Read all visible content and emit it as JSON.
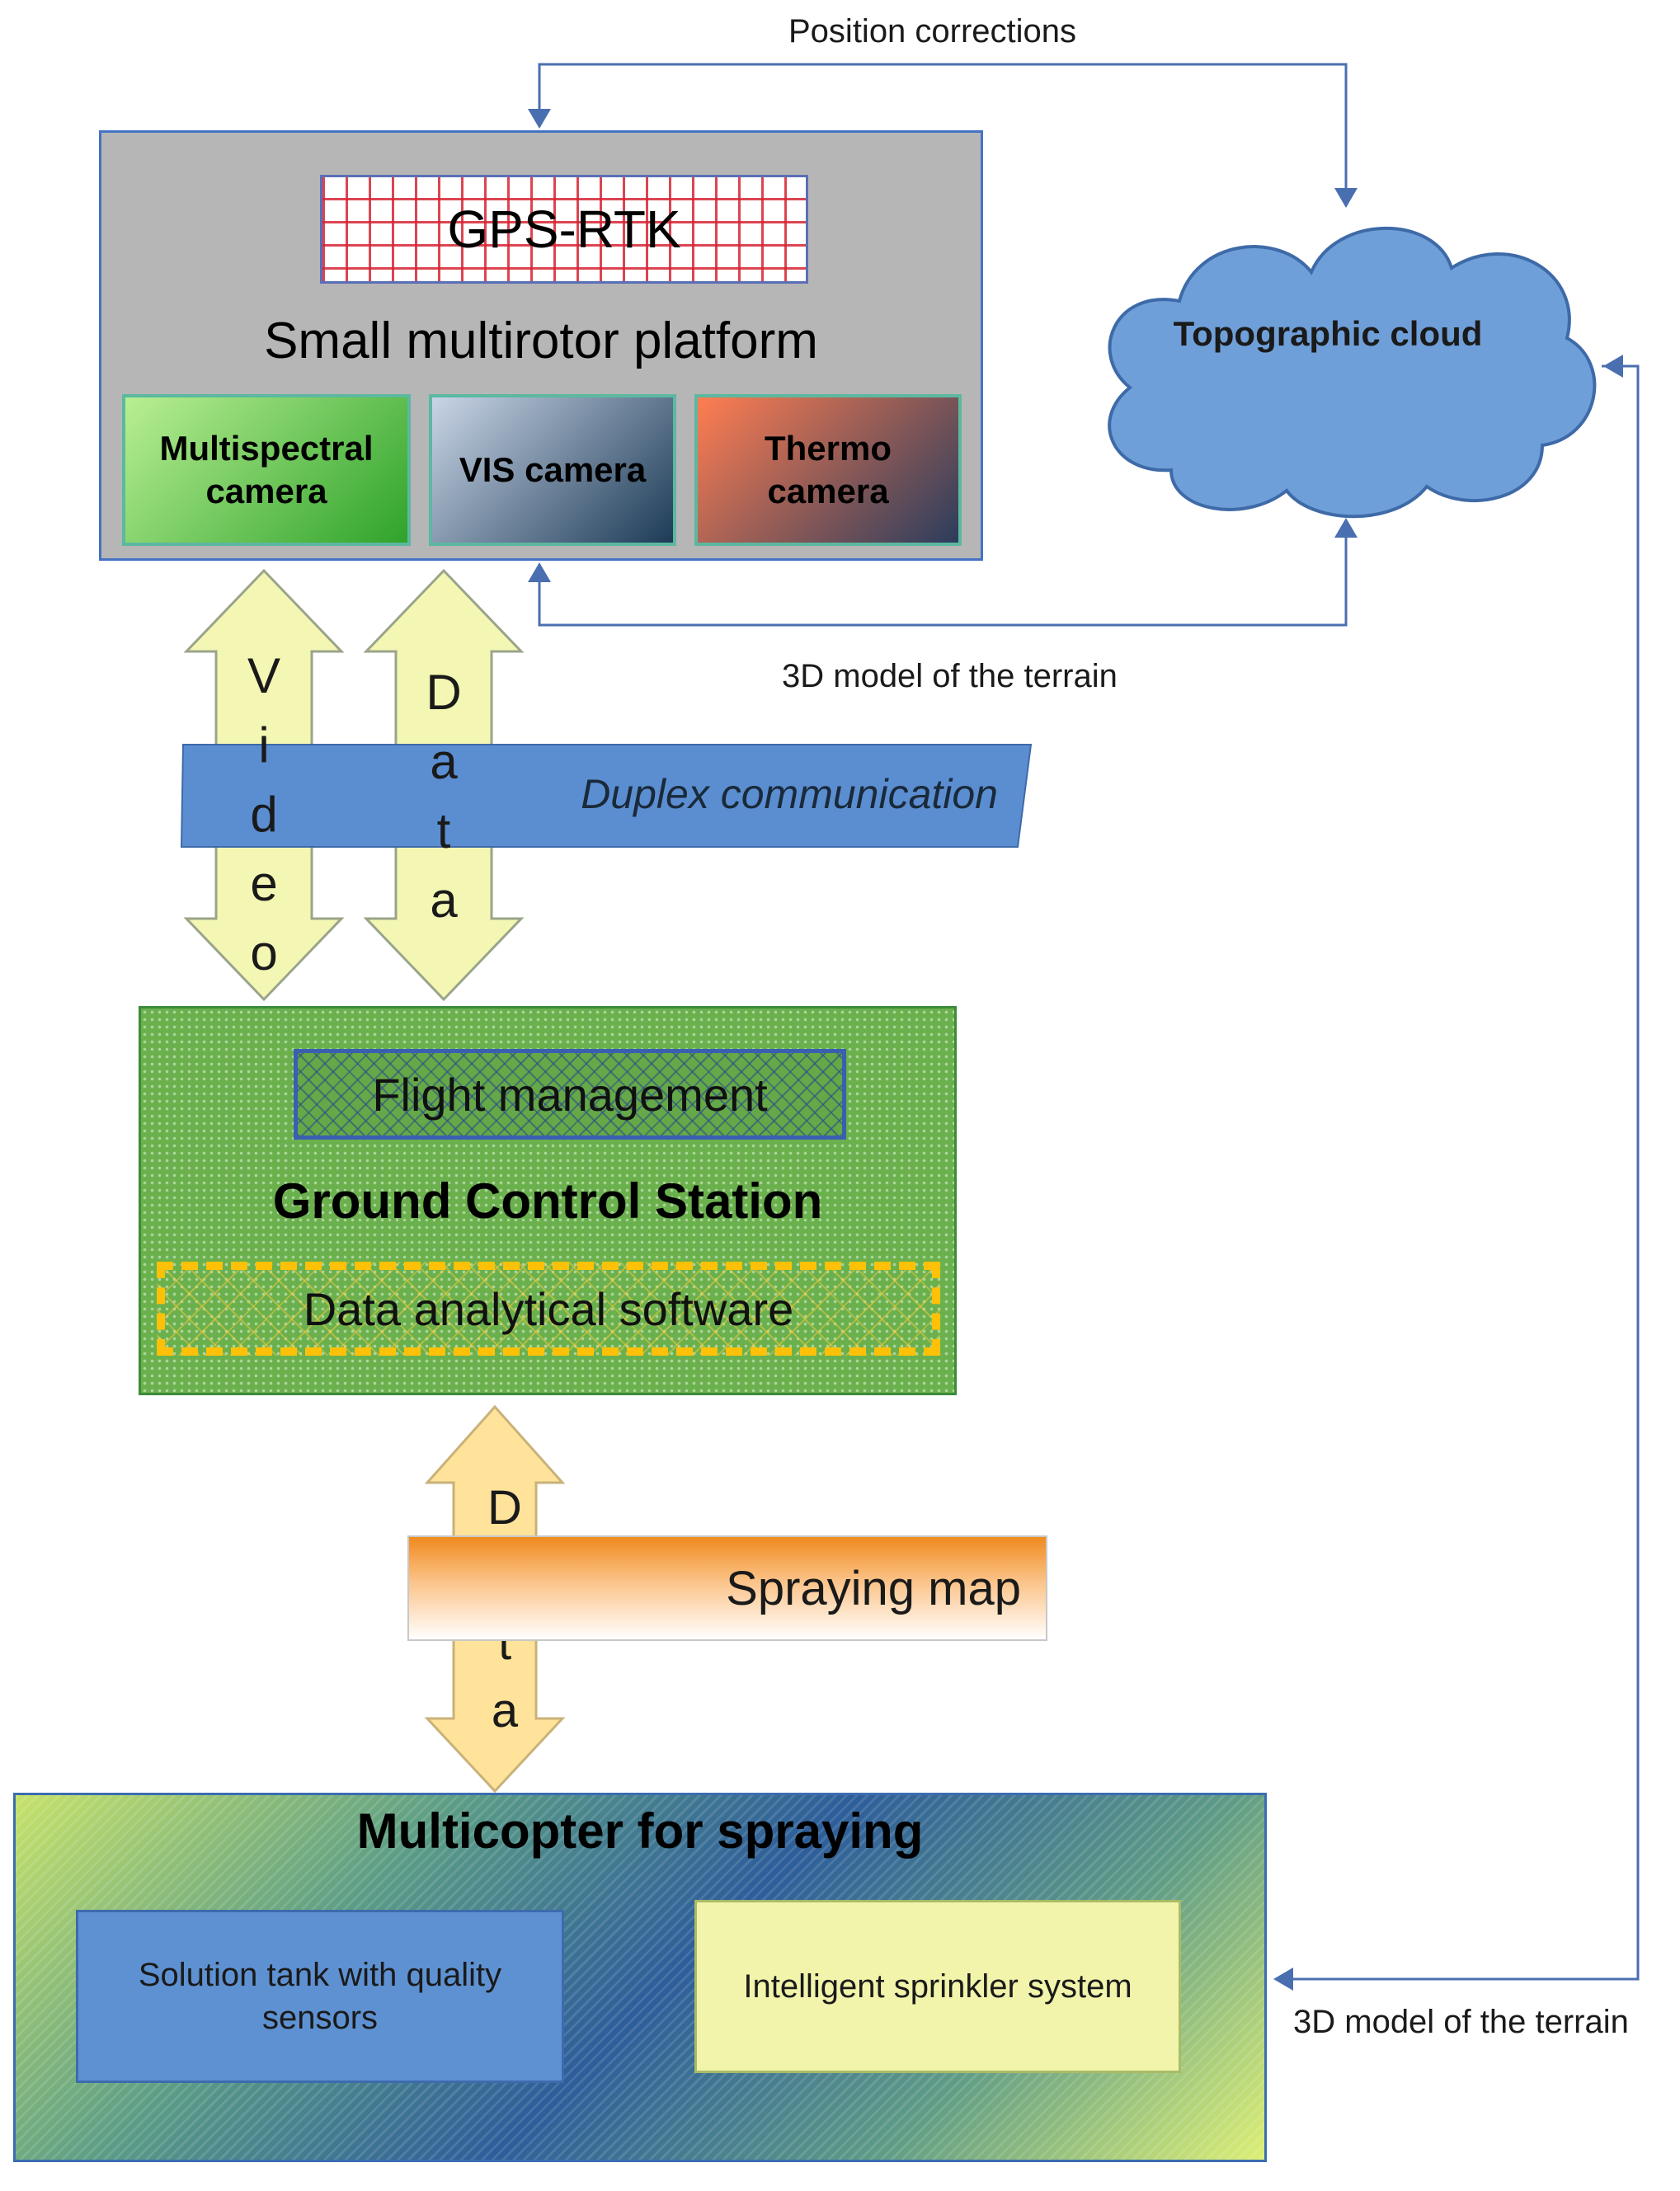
{
  "uav": {
    "gps_label": "GPS-RTK",
    "title": "Small multirotor platform",
    "cameras": [
      {
        "label": "Multispectral camera"
      },
      {
        "label": "VIS camera"
      },
      {
        "label": "Thermo camera"
      }
    ]
  },
  "cloud": {
    "label": "Topographic cloud"
  },
  "edges": {
    "position_corrections": "Position corrections",
    "model_top": "3D model of the terrain",
    "model_bottom": "3D model of the terrain"
  },
  "links": {
    "video_label": "Video",
    "data_label": "Data",
    "duplex": "Duplex communication",
    "data_lower_label": "Data",
    "spraying_map": "Spraying map"
  },
  "gcs": {
    "flight": "Flight management",
    "title": "Ground Control Station",
    "analytics": "Data analytical software"
  },
  "multicopter": {
    "title": "Multicopter for spraying",
    "tank": "Solution tank with quality sensors",
    "sprinkler": "Intelligent sprinkler system"
  },
  "colors": {
    "connector": "#4a6fb0",
    "arrow_fill": "#f4f7b4",
    "arrow_lower_fill": "#ffe39a",
    "cloud_fill": "#6f9fd8",
    "duplex_fill": "#5b8ed1"
  }
}
